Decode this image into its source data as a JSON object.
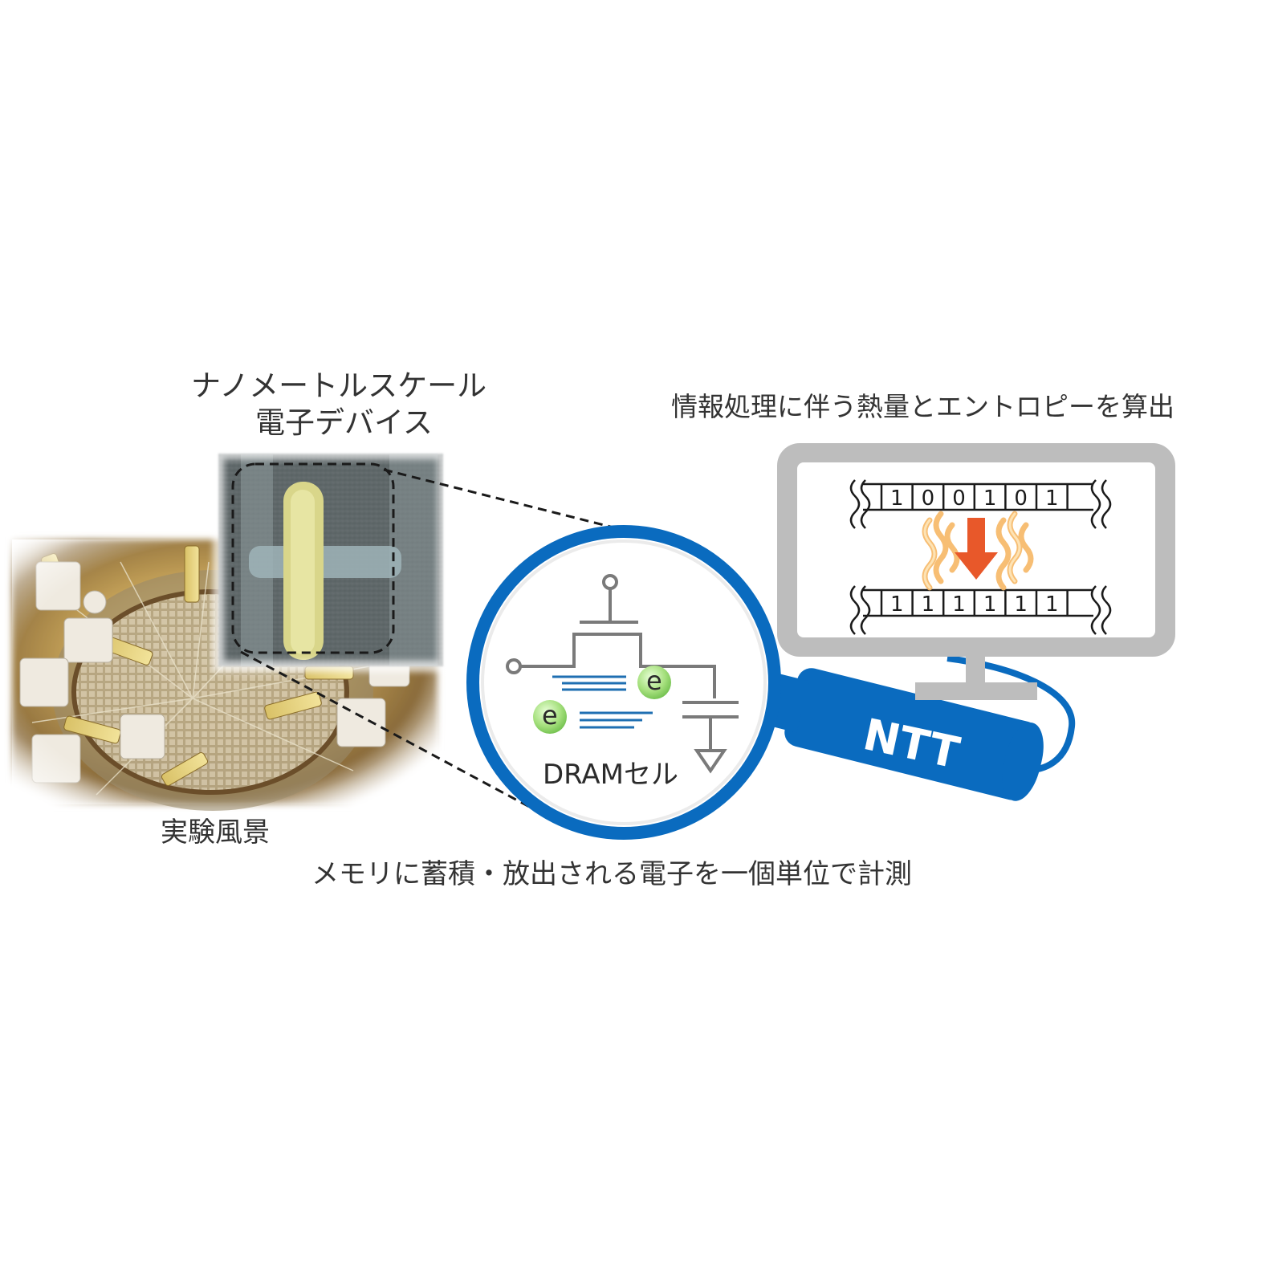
{
  "labels": {
    "device_line1": "ナノメートルスケール",
    "device_line2": "電子デバイス",
    "experiment": "実験風景",
    "info_processing": "情報処理に伴う熱量とエントロピーを算出",
    "memory_measure": "メモリに蓄積・放出される電子を一個単位で計測",
    "dram_cell": "DRAMセル",
    "brand": "NTT",
    "electron": "e"
  },
  "memory_tape": {
    "before": [
      "1",
      "0",
      "0",
      "1",
      "0",
      "1"
    ],
    "after": [
      "1",
      "1",
      "1",
      "1",
      "1",
      "1"
    ]
  },
  "colors": {
    "lens_blue": "#0a6bbf",
    "monitor_gray": "#bdbdbd",
    "heat_orange": "#f4a340",
    "arrow_red": "#e8582a",
    "wire_gray": "#7a7a7a",
    "energy_line_blue": "#1f6fb2",
    "electron_green": "#9fdc7a"
  },
  "icons": {
    "photo": "lab-photo-image",
    "device": "nanodevice-micrograph",
    "lens": "magnifier-icon",
    "monitor": "monitor-icon",
    "heat": "heat-wave-icon"
  }
}
